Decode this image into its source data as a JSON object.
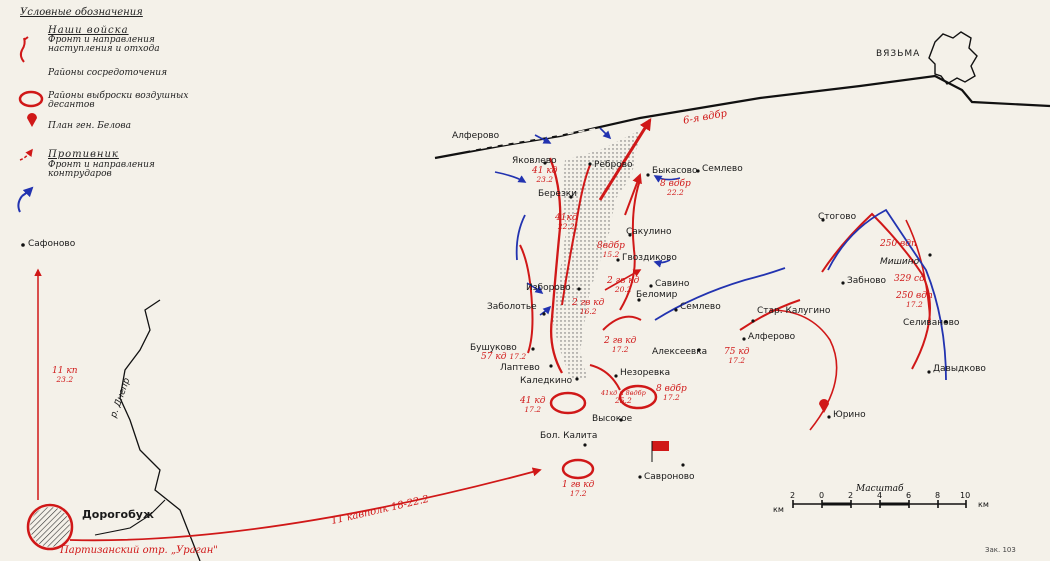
{
  "legend": {
    "title": "Условные обозначения",
    "our_troops_heading": "Наши войска",
    "our_troops_text": "Фронт и направления наступления и отхода",
    "concentration": "Районы сосредоточения",
    "drop_zones": "Районы выброски воздушных десантов",
    "belov_plan": "План ген. Белова",
    "enemy_heading": "Противник",
    "enemy_text": "Фронт и направления контрударов"
  },
  "towns": {
    "vyazma": "ВЯЗЬМА",
    "dorogobuzh": "Дорогобуж",
    "safonovo": "Сафоново"
  },
  "villages": {
    "alferovo_n": "Алферово",
    "yakovlevo": "Яковлево",
    "rebrovo": "Реброво",
    "bykasovo": "Быкасово",
    "semlevo_n": "Семлево",
    "berezki": "Березки",
    "sakulino": "Сакулино",
    "gvozdikovo": "Гвоздиково",
    "izborovo": "Изборово",
    "savino": "Савино",
    "zabolotye": "Заболотье",
    "belomir": "Беломир",
    "semlevo_s": "Семлево",
    "star_kalugino": "Стар. Калугино",
    "alferovo_s": "Алферово",
    "bushukovo": "Бушуково",
    "laptevo": "Лаптево",
    "kaledkino": "Каледкино",
    "nezorevka": "Незоревка",
    "alekseevka": "Алексеевка",
    "vysokoe": "Высокое",
    "bol_kalita": "Бол. Калита",
    "savronovo": "Савроново",
    "yurino": "Юрино",
    "stogovo": "Стогово",
    "mishino": "Мишино",
    "zabnovo": "Забново",
    "selivanovo": "Селиваново",
    "davydkovo": "Давыдково"
  },
  "river": "р. Днепр",
  "units": {
    "u41_top": {
      "name": "41 кд",
      "date": "23.2"
    },
    "u8_top": {
      "name": "8 вдбр",
      "date": "22.2"
    },
    "u41_mid": {
      "name": "41кд",
      "date": "22.2"
    },
    "u8_mid": {
      "name": "8вдбр",
      "date": "15.2"
    },
    "u2_mid": {
      "name": "2 гв кд",
      "date": "20.2"
    },
    "u2_izb": {
      "name": "2 гв кд",
      "date": "16.2"
    },
    "u2_bel": {
      "name": "2 гв кд",
      "date": "17.2"
    },
    "u57": {
      "name": "57 кд",
      "date": "17.2"
    },
    "u41_low": {
      "name": "41 кд",
      "date": "17.2"
    },
    "u41_8": {
      "name": "41кд и 8вдбр",
      "date": "25.2"
    },
    "u8_low": {
      "name": "8 вдбр",
      "date": "17.2"
    },
    "u75": {
      "name": "75 кд",
      "date": "17.2"
    },
    "u1": {
      "name": "1 гв кд",
      "date": "17.2"
    },
    "u250_top": {
      "name": "250 вдп",
      "date": ""
    },
    "u329": {
      "name": "329 сд",
      "date": ""
    },
    "u250_low": {
      "name": "250 вдп",
      "date": "17.2"
    },
    "u11kp": {
      "name": "11 кп",
      "date": "23.2"
    }
  },
  "arrow_labels": {
    "sixth_vdbr": "6-я вдбр",
    "raid": "11 кавполк 18-22.2",
    "partisans": "Партизанский отр. „Ураган\""
  },
  "scale": {
    "title": "Масштаб",
    "km": "км",
    "ticks": [
      "2",
      "0",
      "2",
      "4",
      "6",
      "8",
      "10"
    ],
    "unit": "км"
  },
  "caption": "Зак. 103",
  "colors": {
    "red": "#d01818",
    "blue": "#2233b0",
    "ink": "#111111",
    "paper": "#f4f1e9"
  }
}
